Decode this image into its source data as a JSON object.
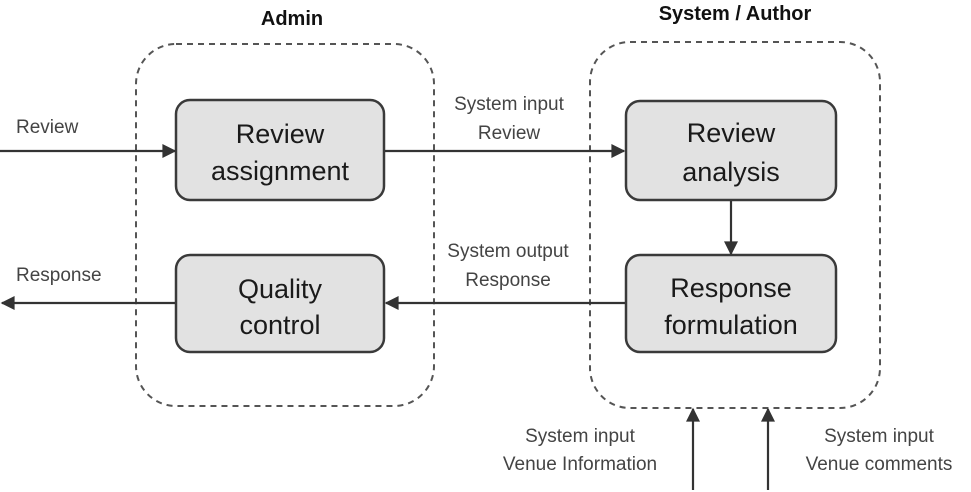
{
  "groups": {
    "admin": {
      "title": "Admin"
    },
    "system": {
      "title": "System / Author"
    }
  },
  "boxes": {
    "review_assignment": {
      "line1": "Review",
      "line2": "assignment"
    },
    "quality_control": {
      "line1": "Quality",
      "line2": "control"
    },
    "review_analysis": {
      "line1": "Review",
      "line2": "analysis"
    },
    "response_formulation": {
      "line1": "Response",
      "line2": "formulation"
    }
  },
  "edges": {
    "review_in": "Review",
    "response_out": "Response",
    "system_input": {
      "line1": "System input",
      "line2": "Review"
    },
    "system_output": {
      "line1": "System output",
      "line2": "Response"
    },
    "venue_info": {
      "line1": "System input",
      "line2": "Venue Information"
    },
    "venue_comments": {
      "line1": "System input",
      "line2": "Venue comments"
    }
  },
  "colors": {
    "box_fill": "#e2e2e2",
    "box_stroke": "#3a3a3a",
    "dash_stroke": "#555555",
    "arrow": "#333333"
  }
}
